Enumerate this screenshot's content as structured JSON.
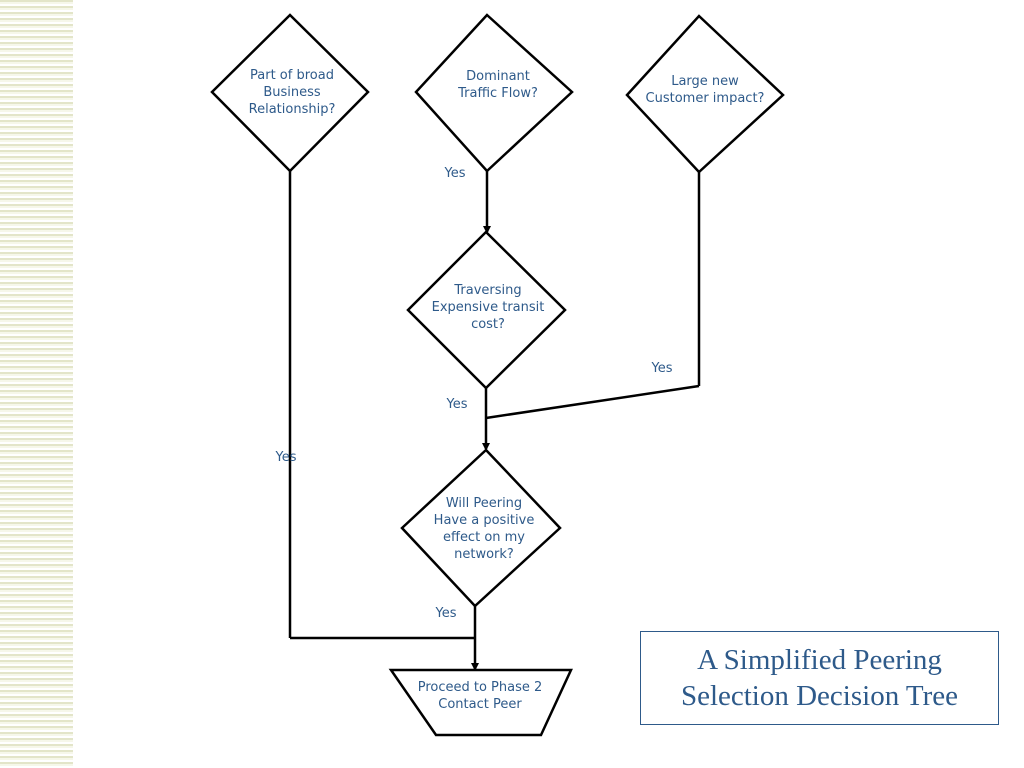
{
  "nodes": {
    "business": [
      "Part of broad",
      "Business",
      "Relationship?"
    ],
    "traffic": [
      "Dominant",
      "Traffic Flow?"
    ],
    "customer": [
      "Large new",
      "Customer impact?"
    ],
    "transit": [
      "Traversing",
      "Expensive transit",
      "cost?"
    ],
    "peering": [
      "Will Peering",
      "Have a positive",
      "effect on my",
      "network?"
    ],
    "proceed": [
      "Proceed to Phase 2",
      "Contact Peer"
    ]
  },
  "edges": {
    "traffic_to_transit": "Yes",
    "transit_to_peering": "Yes",
    "customer_to_peering": "Yes",
    "business_to_proceed": "Yes",
    "peering_to_proceed": "Yes"
  },
  "title": [
    "A Simplified Peering",
    "Selection Decision Tree"
  ],
  "colors": {
    "text": "#2e5a8a",
    "stroke": "#000000",
    "stripe": "#e3e5c9"
  }
}
